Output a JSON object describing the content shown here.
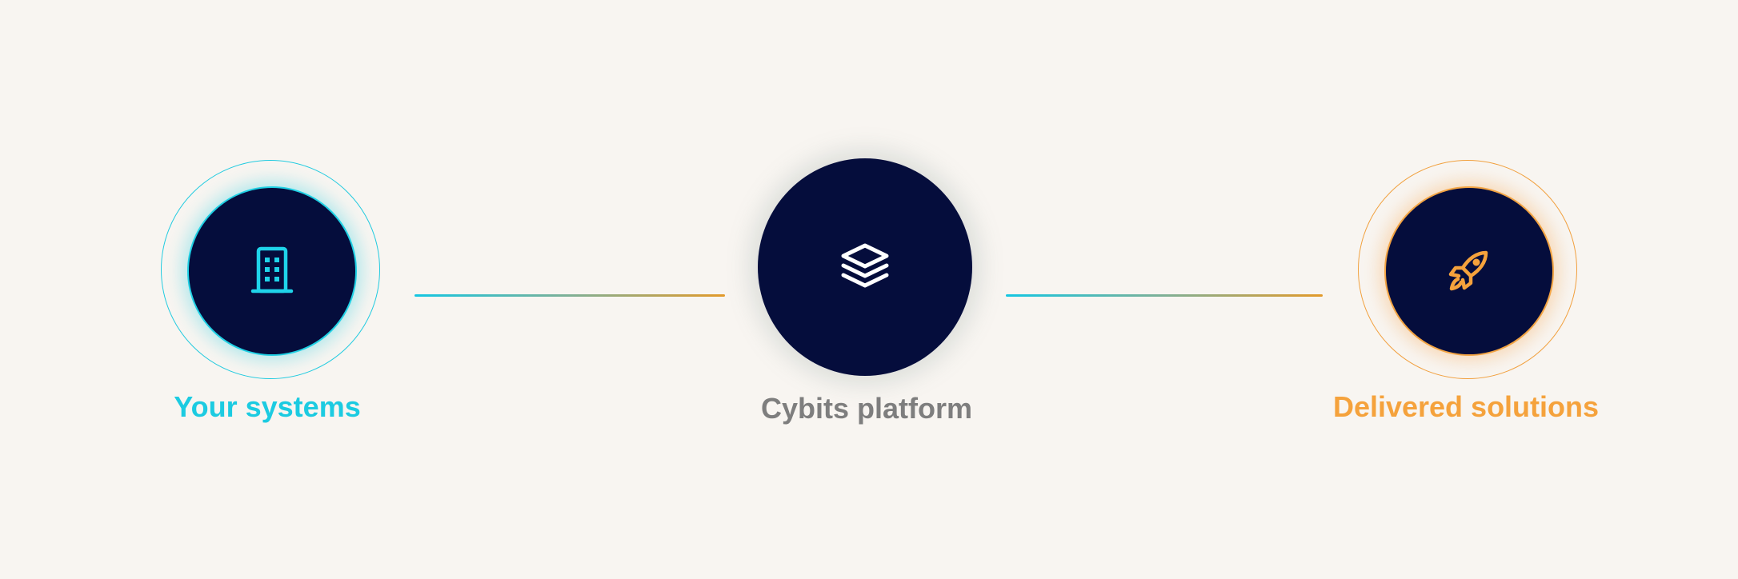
{
  "diagram": {
    "nodes": [
      {
        "label": "Your systems",
        "icon": "building-icon",
        "color": "#1ccbe1"
      },
      {
        "label": "Cybits platform",
        "icon": "layers-icon",
        "color": "#7e7e7e"
      },
      {
        "label": "Delivered solutions",
        "icon": "rocket-icon",
        "color": "#f5a23c"
      }
    ],
    "core_color": "#050d3c",
    "connector_gradient": [
      "#14c6e2",
      "#e39a2a"
    ]
  }
}
